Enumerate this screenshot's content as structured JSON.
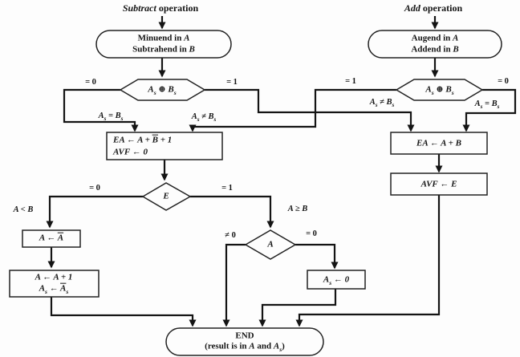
{
  "diagram": {
    "titles": {
      "subtract": "*{Subtract} operation",
      "add": "*{Add} operation"
    },
    "nodes": {
      "minuend_oval": {
        "line1": "Minuend in *{A}",
        "line2": "Subtrahend in *{B}"
      },
      "augend_oval": {
        "line1": "Augend in *{A}",
        "line2": "Addend in *{B}"
      },
      "xor_left": "*{A_{s} ⊕ B_{s}}",
      "xor_right": "*{A_{s} ⊕ B_{s}}",
      "subtract_magnitudes_box": {
        "line1": "*{EA ← A + ~{B} + 1}",
        "line2": "*{AVF ← 0}"
      },
      "add_magnitudes_box": "*{EA ← A + B}",
      "avf_box": "*{AVF ← E}",
      "e_diamond": "*{E}",
      "a_diamond": "*{A}",
      "complement_box": "*{A ← ~{A}}",
      "increment_box": {
        "line1": "*{A ← A + 1}",
        "line2": "*{A_{s} ← ~{A}_{s}}"
      },
      "sign_clear_box": "*{A_{s} ← 0}",
      "end_oval": {
        "line1": "END",
        "line2": "(result is in *{A} and *{A_{s}})"
      }
    },
    "labels": {
      "xor_left_eq0": "= 0",
      "xor_left_eq1": "= 1",
      "xor_right_eq1": "= 1",
      "xor_right_eq0": "= 0",
      "signs_equal_left": "*{A_{s} = B_{s}}",
      "signs_unequal_left": "*{A_{s} ≠ B_{s}}",
      "signs_unequal_right": "*{A_{s} ≠ B_{s}}",
      "signs_equal_right": "*{A_{s} = B_{s}}",
      "e_eq0": "= 0",
      "e_eq1": "= 1",
      "a_less_b": "*{A < B}",
      "a_geq_b": "*{A ≥ B}",
      "a_neq0": "≠ 0",
      "a_eq0": "= 0"
    },
    "colors": {
      "ink": "#141414",
      "paper": "#fdfdfd"
    }
  }
}
